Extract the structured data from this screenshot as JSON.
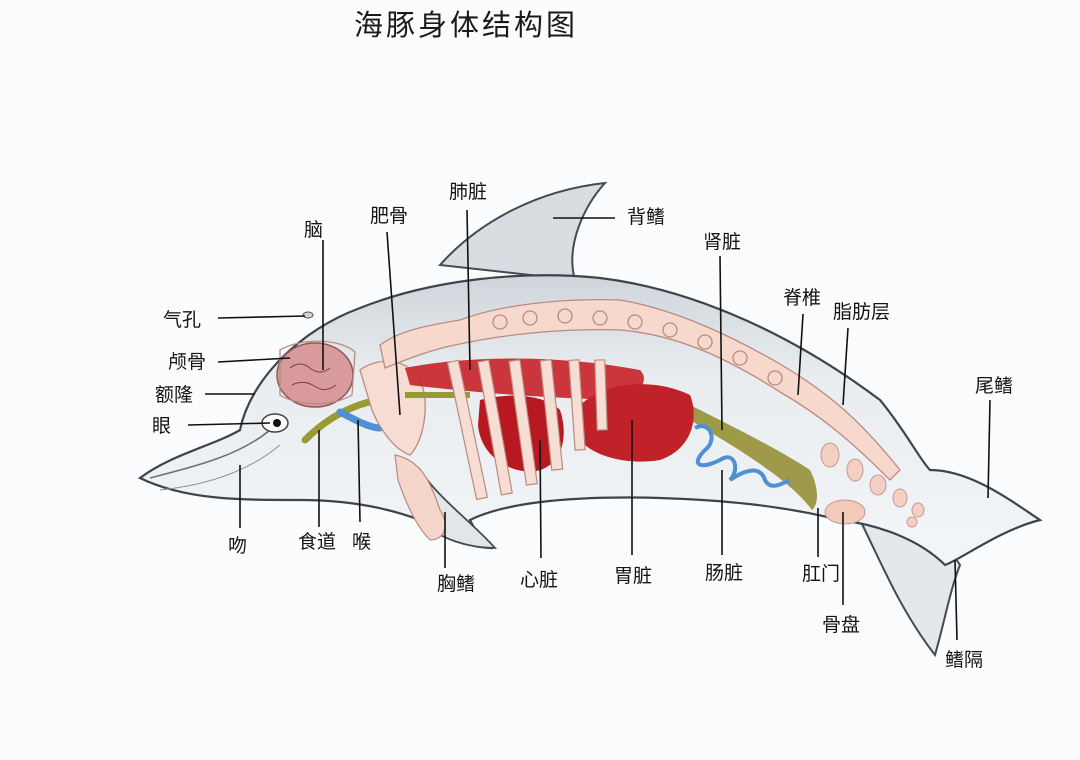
{
  "title": "海豚身体结构图",
  "labels": {
    "blowhole": "气孔",
    "jaw": "颅骨",
    "melon": "额隆",
    "eye": "眼",
    "brain": "脑",
    "scapula": "肥骨",
    "lung": "肺脏",
    "dorsal_fin": "背鳍",
    "kidney": "肾脏",
    "spine": "脊椎",
    "blubber": "脂肪层",
    "tail_fin": "尾鳍",
    "beak": "吻",
    "esophagus": "食道",
    "larynx": "喉",
    "pectoral_fin": "胸鳍",
    "heart": "心脏",
    "stomach": "胃脏",
    "intestine": "肠脏",
    "anus": "肛门",
    "pelvis": "骨盘",
    "fluke_notch": "鳍隔"
  },
  "colors": {
    "body_fill": "#e8ecef",
    "body_outline": "#4a4f55",
    "bone": "#f6d8cc",
    "bone_outline": "#b98b82",
    "lung": "#c8262c",
    "heart": "#b8181f",
    "stomach": "#c1222a",
    "kidney": "#8f8b2a",
    "intestine": "#4f8fd6",
    "brain": "#d89a9a",
    "leader_line": "#111111"
  }
}
